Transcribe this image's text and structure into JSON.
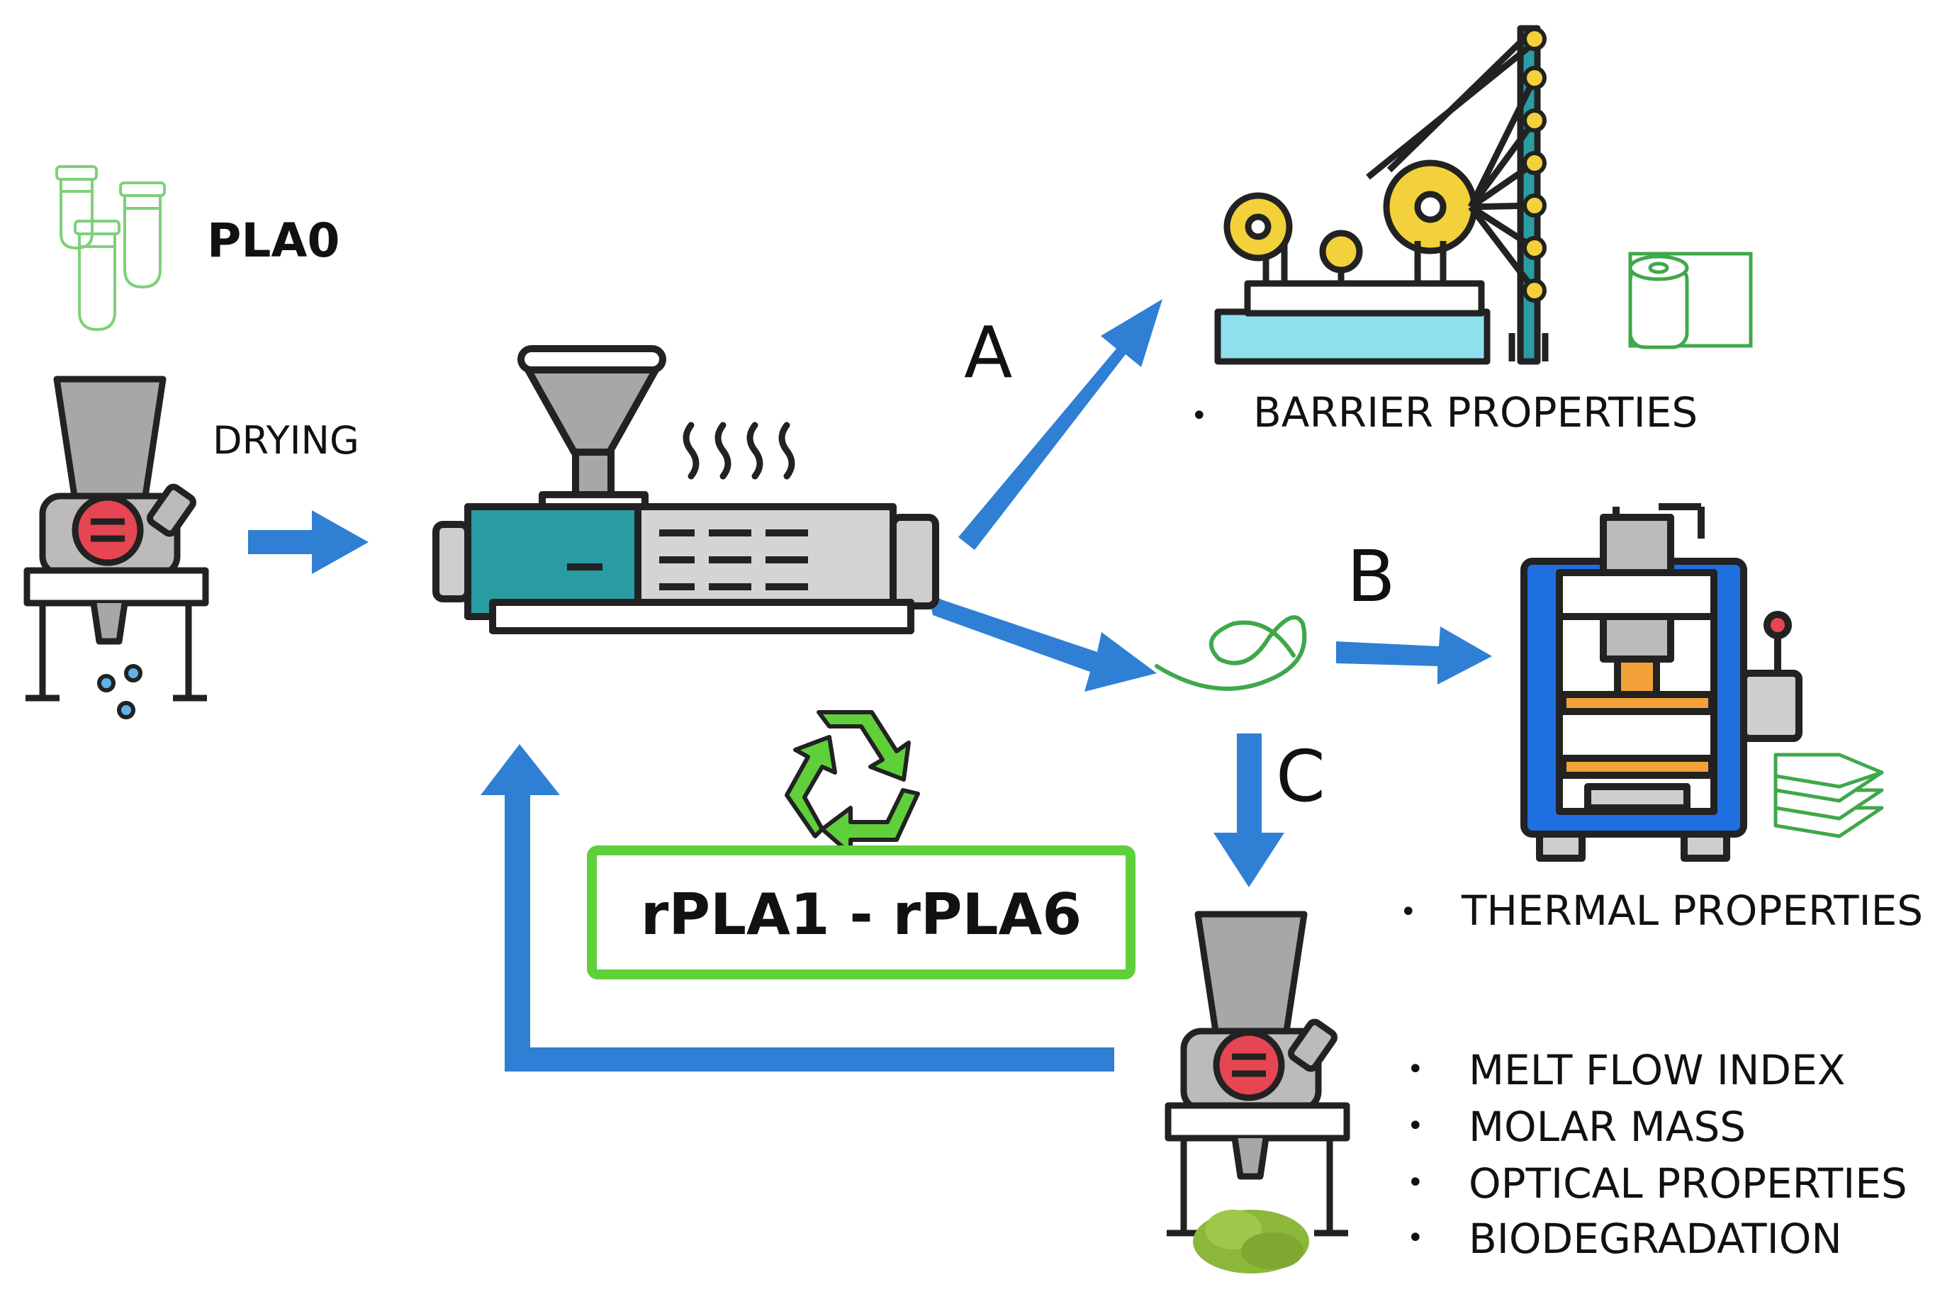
{
  "labels": {
    "virgin_material": "PLA0",
    "drying": "DRYING",
    "recycled_range": "rPLA1 - rPLA6"
  },
  "routes": {
    "a": "A",
    "b": "B",
    "c": "C"
  },
  "properties": {
    "route_a": [
      "BARRIER PROPERTIES"
    ],
    "route_b": [
      "THERMAL PROPERTIES"
    ],
    "route_c": [
      "MELT FLOW INDEX",
      "MOLAR MASS",
      "OPTICAL PROPERTIES",
      "BIODEGRADATION"
    ]
  },
  "bullet_symbol": "•",
  "colors": {
    "arrow": "#2f7fd4",
    "recycle_green": "#5fcf3a",
    "box_border": "#5fcf3a",
    "machine_grey": "#a9a6a6",
    "teal": "#2a9ca4",
    "press_blue": "#1f6fe0",
    "yellow": "#f3d13a",
    "red": "#e64552",
    "outline": "#222222",
    "powder": "#8cb73a",
    "film_green": "#3fa84a"
  },
  "icons": [
    "bottle-preform-icon",
    "grinder-icon",
    "extruder-icon",
    "film-blowing-icon",
    "film-roll-icon",
    "filament-icon",
    "hydraulic-press-icon",
    "sheet-stack-icon",
    "recycle-icon",
    "powder-icon",
    "pellets-icon"
  ]
}
